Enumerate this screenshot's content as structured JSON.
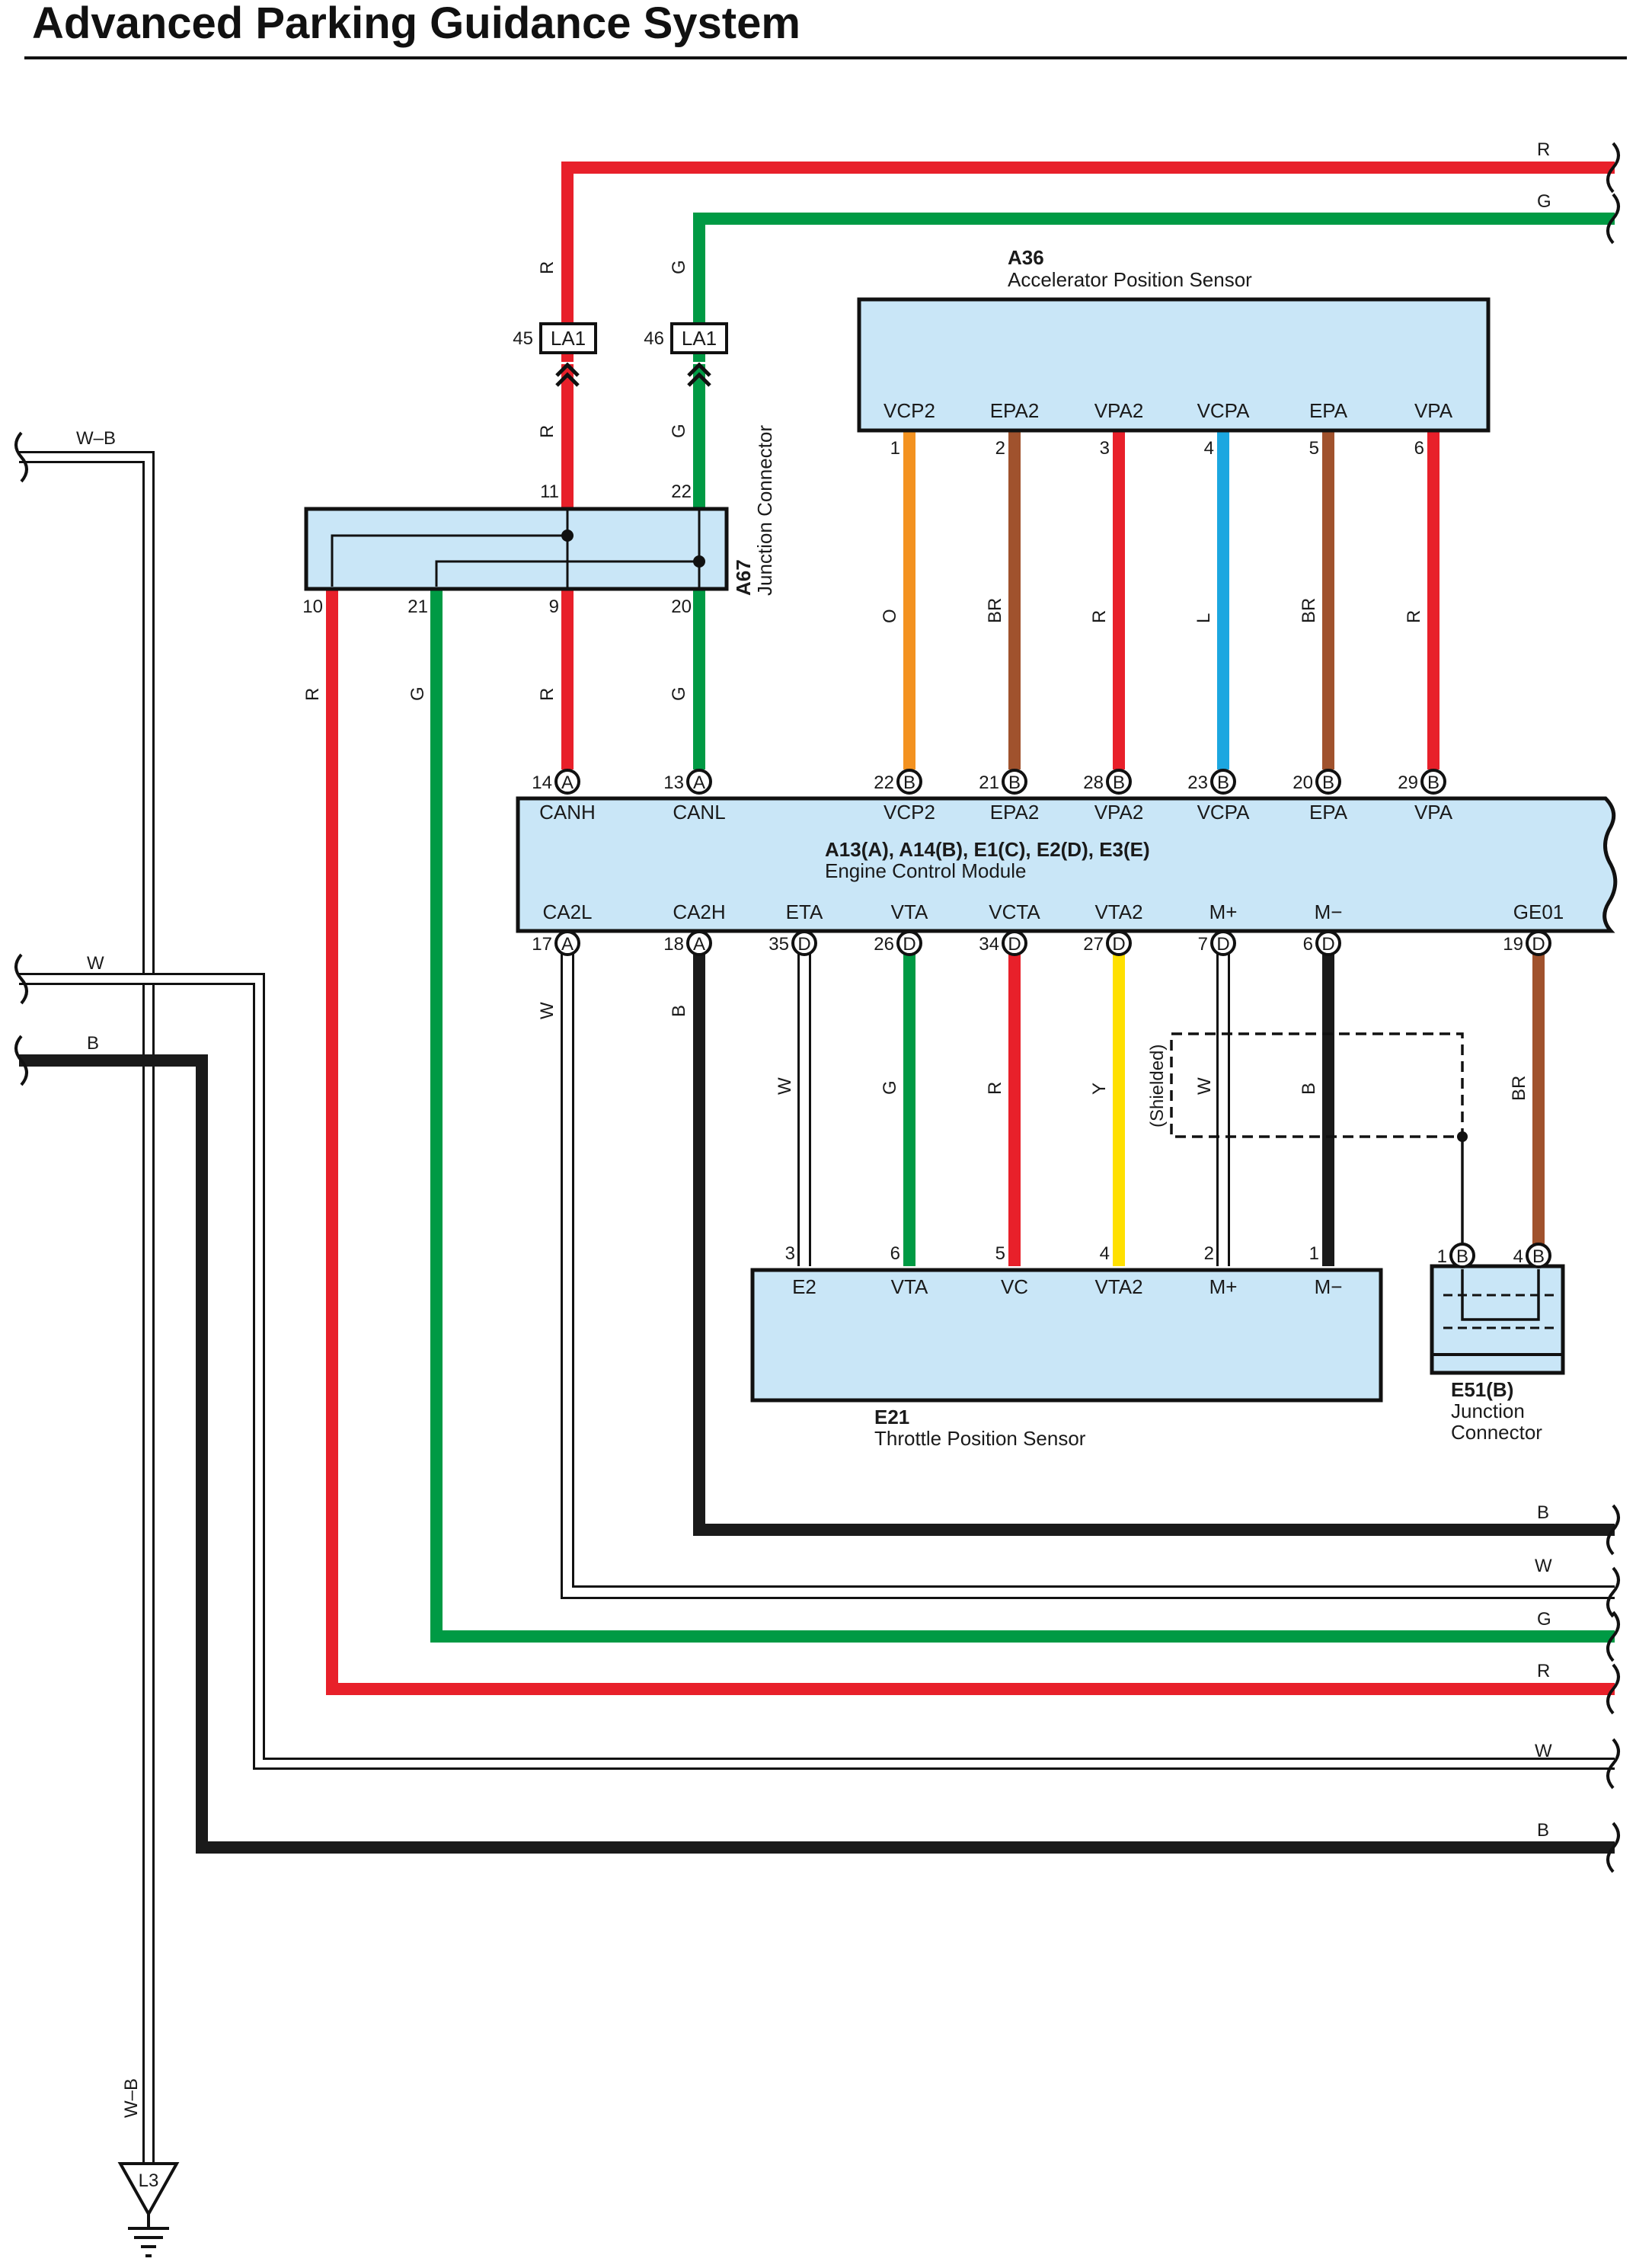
{
  "title": "Advanced Parking Guidance System",
  "colors": {
    "R": "#e8202a",
    "G": "#009a44",
    "O": "#f39220",
    "BR": "#a0522d",
    "L": "#1ca7e0",
    "Y": "#ffe000",
    "B": "#1a1a1a",
    "W": "#ffffff",
    "box_fill": "#c9e6f7"
  },
  "top_wires": {
    "r": "R",
    "g": "G"
  },
  "la1": {
    "name": "LA1",
    "left": {
      "pin": "45",
      "top_color": "R",
      "bottom_color": "R"
    },
    "right": {
      "pin": "46",
      "top_color": "G",
      "bottom_color": "G"
    }
  },
  "a67": {
    "code": "A67",
    "name": "Junction Connector",
    "pins": {
      "p11": "11",
      "p22": "22",
      "p10": "10",
      "p21": "21",
      "p9": "9",
      "p20": "20"
    },
    "wire_labels": {
      "w10": "R",
      "w21": "G",
      "w9": "R",
      "w20": "G"
    }
  },
  "a36": {
    "code": "A36",
    "name": "Accelerator Position Sensor",
    "terminals": [
      {
        "label": "VCP2",
        "pin": "1",
        "color": "O",
        "ecm_pin": "22"
      },
      {
        "label": "EPA2",
        "pin": "2",
        "color": "BR",
        "ecm_pin": "21"
      },
      {
        "label": "VPA2",
        "pin": "3",
        "color": "R",
        "ecm_pin": "28"
      },
      {
        "label": "VCPA",
        "pin": "4",
        "color": "L",
        "ecm_pin": "23"
      },
      {
        "label": "EPA",
        "pin": "5",
        "color": "BR",
        "ecm_pin": "20"
      },
      {
        "label": "VPA",
        "pin": "6",
        "color": "R",
        "ecm_pin": "29"
      }
    ]
  },
  "ecm": {
    "codes": "A13(A), A14(B), E1(C), E2(D), E3(E)",
    "name": "Engine Control Module",
    "top_terminals": [
      {
        "label": "CANH",
        "pin": "14",
        "conn": "A"
      },
      {
        "label": "CANL",
        "pin": "13",
        "conn": "A"
      },
      {
        "label": "VCP2",
        "pin": "22",
        "conn": "B"
      },
      {
        "label": "EPA2",
        "pin": "21",
        "conn": "B"
      },
      {
        "label": "VPA2",
        "pin": "28",
        "conn": "B"
      },
      {
        "label": "VCPA",
        "pin": "23",
        "conn": "B"
      },
      {
        "label": "EPA",
        "pin": "20",
        "conn": "B"
      },
      {
        "label": "VPA",
        "pin": "29",
        "conn": "B"
      }
    ],
    "bottom_terminals": [
      {
        "label": "CA2L",
        "pin": "17",
        "conn": "A",
        "color": "W"
      },
      {
        "label": "CA2H",
        "pin": "18",
        "conn": "A",
        "color": "B"
      },
      {
        "label": "ETA",
        "pin": "35",
        "conn": "D",
        "color": "W"
      },
      {
        "label": "VTA",
        "pin": "26",
        "conn": "D",
        "color": "G"
      },
      {
        "label": "VCTA",
        "pin": "34",
        "conn": "D",
        "color": "R"
      },
      {
        "label": "VTA2",
        "pin": "27",
        "conn": "D",
        "color": "Y"
      },
      {
        "label": "M+",
        "pin": "7",
        "conn": "D",
        "color": "W"
      },
      {
        "label": "M−",
        "pin": "6",
        "conn": "D",
        "color": "B"
      },
      {
        "label": "GE01",
        "pin": "19",
        "conn": "D",
        "color": "BR"
      }
    ]
  },
  "e21": {
    "code": "E21",
    "name": "Throttle Position Sensor",
    "terminals": [
      {
        "label": "E2",
        "pin": "3"
      },
      {
        "label": "VTA",
        "pin": "6"
      },
      {
        "label": "VC",
        "pin": "5"
      },
      {
        "label": "VTA2",
        "pin": "4"
      },
      {
        "label": "M+",
        "pin": "2"
      },
      {
        "label": "M−",
        "pin": "1"
      }
    ]
  },
  "shielded": "(Shielded)",
  "e51": {
    "code": "E51(B)",
    "name_line1": "Junction",
    "name_line2": "Connector",
    "pins": [
      {
        "pin": "1",
        "conn": "B"
      },
      {
        "pin": "4",
        "conn": "B"
      }
    ]
  },
  "left_wires": {
    "wb": "W–B",
    "w": "W",
    "b": "B"
  },
  "bottom_right_wires": [
    "B",
    "W",
    "G",
    "R",
    "W",
    "B"
  ],
  "ground": {
    "name": "L3",
    "wire": "W–B"
  }
}
